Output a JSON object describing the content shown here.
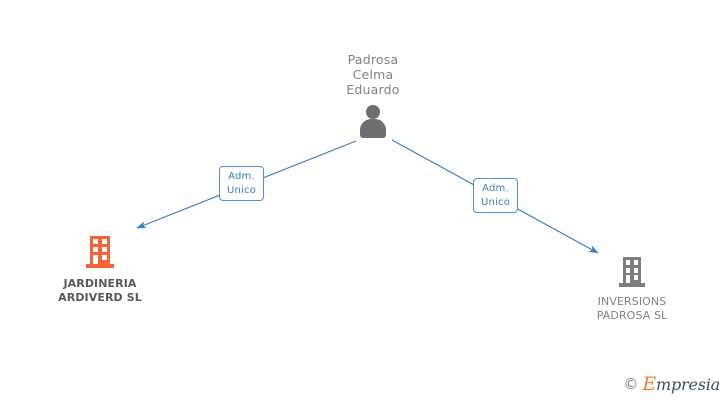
{
  "diagram": {
    "type": "org-relationship-chart",
    "background_color": "#ffffff",
    "person": {
      "name": "Padrosa\nCelma\nEduardo",
      "name_lines": [
        "Padrosa",
        "Celma",
        "Eduardo"
      ],
      "icon": "person-icon",
      "icon_color": "#6e6e6e",
      "text_color": "#808285"
    },
    "relations": [
      {
        "id": "left",
        "label_lines": [
          "Adm.",
          "Unico"
        ],
        "label_line1": "Adm.",
        "label_line2": "Unico",
        "border_color": "#4a90d9",
        "text_color": "#3b7ec4",
        "from": "person",
        "to": "company-left"
      },
      {
        "id": "right",
        "label_lines": [
          "Adm.",
          "Unico"
        ],
        "label_line1": "Adm.",
        "label_line2": "Unico",
        "border_color": "#4a90d9",
        "text_color": "#3b7ec4",
        "from": "person",
        "to": "company-right"
      }
    ],
    "companies": [
      {
        "id": "company-left",
        "name": "JARDINERIA\nARDIVERD SL",
        "name_lines": [
          "JARDINERIA",
          "ARDIVERD SL"
        ],
        "icon": "building-icon",
        "icon_color": "#f4633a",
        "text_color": "#58595b",
        "highlighted": true
      },
      {
        "id": "company-right",
        "name": "INVERSIONS\nPADROSA SL",
        "name_lines": [
          "INVERSIONS",
          "PADROSA SL"
        ],
        "icon": "building-icon",
        "icon_color": "#7d7d7d",
        "text_color": "#808285",
        "highlighted": false
      }
    ],
    "edge_color": "#3b7ec4"
  },
  "watermark": {
    "copyright": "©",
    "brand_initial": "E",
    "brand_rest": "mpresia",
    "initial_color": "#f07c2e",
    "text_color": "#3d4f5c"
  }
}
